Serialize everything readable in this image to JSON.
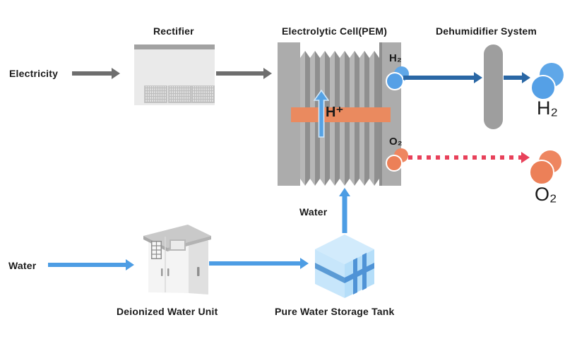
{
  "diagram_type": "process-flow",
  "nodes": {
    "rectifier": {
      "label": "Rectifier"
    },
    "electrolytic_cell": {
      "label": "Electrolytic Cell(PEM)",
      "membrane_label": "H⁺",
      "h2_port_label": "H₂",
      "o2_port_label": "O₂"
    },
    "dehumidifier": {
      "label": "Dehumidifier System"
    },
    "deionized_water_unit": {
      "label": "Deionized Water Unit"
    },
    "pure_water_storage_tank": {
      "label": "Pure Water Storage Tank"
    }
  },
  "inputs": {
    "electricity_label": "Electricity",
    "water_label": "Water",
    "feed_water_label": "Water"
  },
  "outputs": {
    "h2_label": "H₂",
    "o2_label": "O₂"
  },
  "flows": [
    {
      "from": "Electricity",
      "to": "Rectifier",
      "style": "solid",
      "color": "#6e6e6e"
    },
    {
      "from": "Rectifier",
      "to": "Electrolytic Cell(PEM)",
      "style": "solid",
      "color": "#6e6e6e"
    },
    {
      "from": "Electrolytic Cell(PEM)",
      "to": "Dehumidifier System",
      "carries": "H₂",
      "style": "solid",
      "color": "#2a67a5"
    },
    {
      "from": "Dehumidifier System",
      "to": "H₂ output",
      "carries": "H₂",
      "style": "solid",
      "color": "#2a67a5"
    },
    {
      "from": "Electrolytic Cell(PEM)",
      "to": "O₂ output",
      "carries": "O₂",
      "style": "dashed",
      "color": "#e8415a"
    },
    {
      "from": "Water",
      "to": "Deionized Water Unit",
      "style": "solid",
      "color": "#4d9de4"
    },
    {
      "from": "Deionized Water Unit",
      "to": "Pure Water Storage Tank",
      "style": "solid",
      "color": "#4d9de4"
    },
    {
      "from": "Pure Water Storage Tank",
      "to": "Electrolytic Cell(PEM)",
      "carries": "Water",
      "style": "solid",
      "color": "#4d9de4"
    }
  ],
  "colors": {
    "background": "#ffffff",
    "water_blue": "#4d9de4",
    "h2_molecule_blue": "#5fa7e8",
    "h2_arrow_dark_blue": "#2a67a5",
    "o2_molecule_orange": "#ee8660",
    "membrane_orange": "#ea8a5f",
    "o2_dash_red": "#e8415a",
    "equipment_gray": "#acacac",
    "arrow_gray": "#6e6e6e",
    "text": "#1a1a1a"
  }
}
